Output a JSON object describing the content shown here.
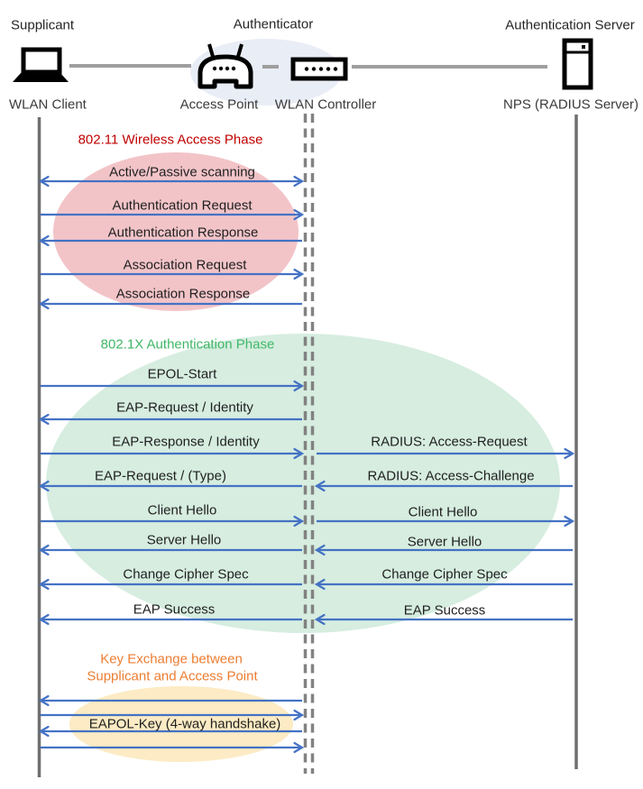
{
  "header": {
    "roles": {
      "supplicant": "Supplicant",
      "authenticator": "Authenticator",
      "authentication_server": "Authentication Server"
    },
    "devices": {
      "wlan_client": "WLAN Client",
      "access_point": "Access Point",
      "wlan_controller": "WLAN Controller",
      "radius_server": "NPS (RADIUS Server)"
    }
  },
  "phases": {
    "wireless_access": {
      "title": "802.11 Wireless Access Phase",
      "color": "#C00000",
      "ellipse_fill": "#F2C4C8"
    },
    "dot1x": {
      "title": "802.1X Authentication Phase",
      "color": "#3FB766",
      "ellipse_fill": "#D6EDE0"
    },
    "key_exchange": {
      "title_line1": "Key Exchange between",
      "title_line2": "Supplicant and Access Point",
      "color": "#ED7D31",
      "ellipse_fill": "#FCEBC4"
    }
  },
  "messages": {
    "client_to_controller": [
      {
        "label": "Active/Passive scanning",
        "direction": "both"
      },
      {
        "label": "Authentication Request",
        "direction": "right"
      },
      {
        "label": "Authentication Response",
        "direction": "left"
      },
      {
        "label": "Association Request",
        "direction": "right"
      },
      {
        "label": "Association Response",
        "direction": "left"
      },
      {
        "label": "EPOL-Start",
        "direction": "right"
      },
      {
        "label": "EAP-Request / Identity",
        "direction": "left"
      },
      {
        "label": "EAP-Response / Identity",
        "direction": "right"
      },
      {
        "label": "EAP-Request / (Type)",
        "direction": "left"
      },
      {
        "label": "Client Hello",
        "direction": "right"
      },
      {
        "label": "Server Hello",
        "direction": "left"
      },
      {
        "label": "Change Cipher Spec",
        "direction": "left"
      },
      {
        "label": "EAP Success",
        "direction": "left"
      },
      {
        "label": "",
        "direction": "left"
      },
      {
        "label": "",
        "direction": "right"
      },
      {
        "label": "EAPOL-Key (4-way handshake)",
        "direction": "left"
      },
      {
        "label": "",
        "direction": "right"
      }
    ],
    "controller_to_server": [
      {
        "label": "RADIUS: Access-Request",
        "direction": "right"
      },
      {
        "label": "RADIUS: Access-Challenge",
        "direction": "left"
      },
      {
        "label": "Client Hello",
        "direction": "right"
      },
      {
        "label": "Server Hello",
        "direction": "left"
      },
      {
        "label": "Change Cipher Spec",
        "direction": "left"
      },
      {
        "label": "EAP Success",
        "direction": "left"
      }
    ]
  },
  "colors": {
    "arrow": "#4472C4",
    "lifeline_solid": "#6F6F6F",
    "lifeline_dashed": "#828282",
    "connector": "#9E9E9E",
    "authenticator_ellipse": "#E9EDF6"
  }
}
